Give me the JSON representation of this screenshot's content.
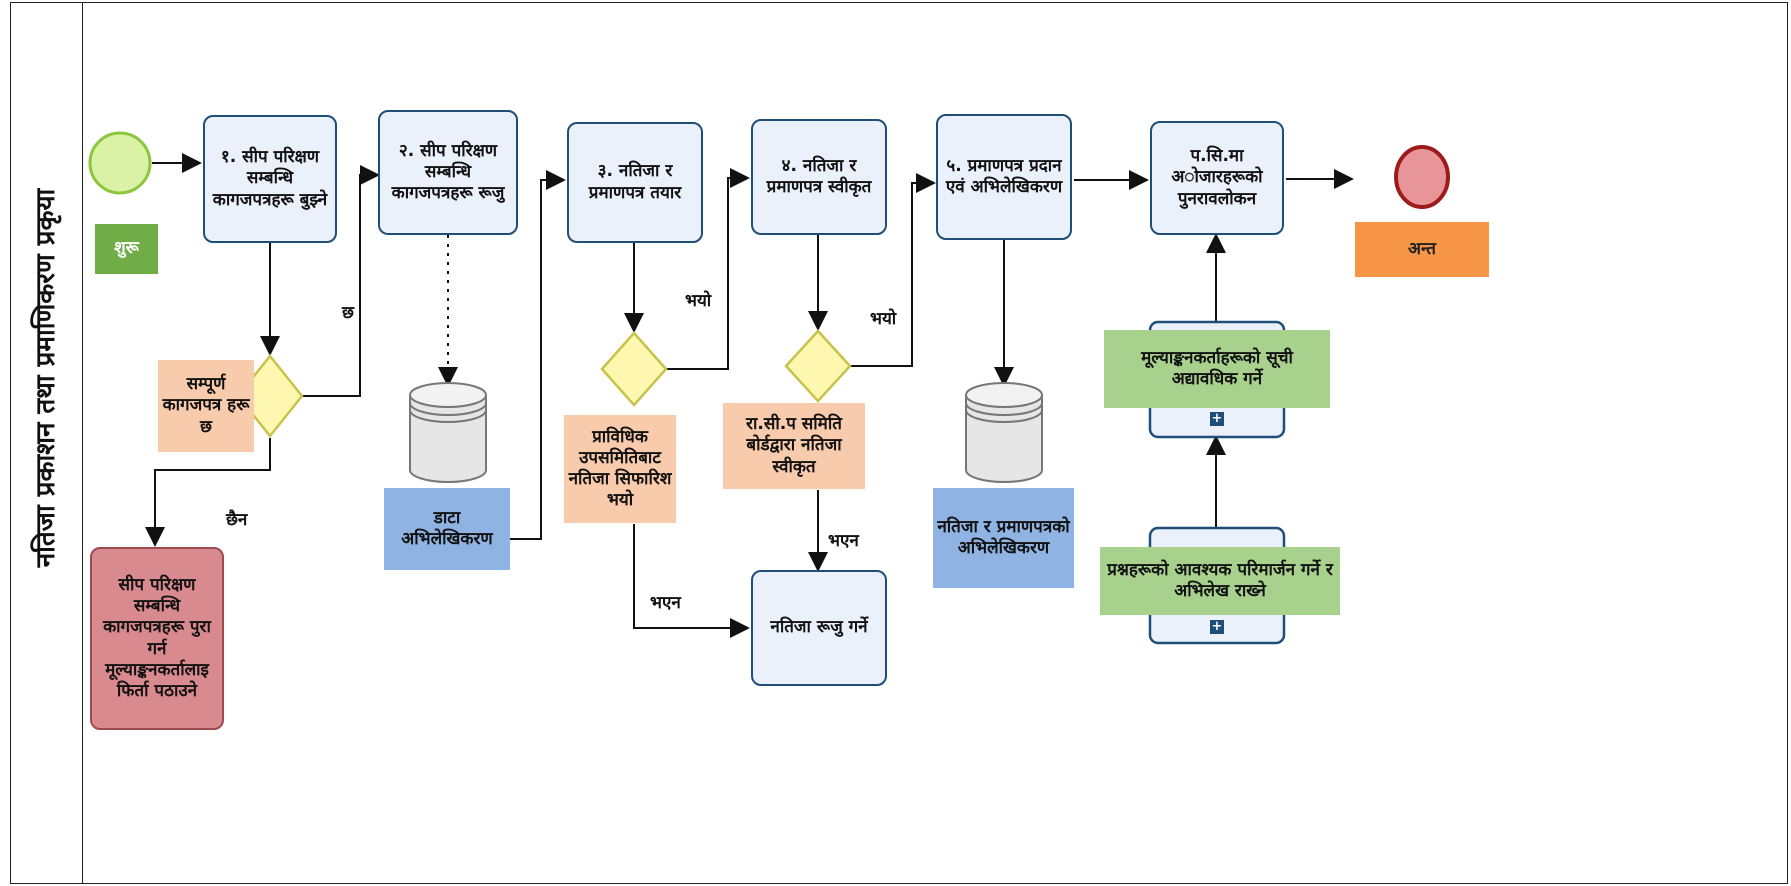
{
  "lane_title": "नतिजा प्रकाशन तथा प्रमाणिकरण प्रकृया",
  "events": {
    "start_label": "शुरू",
    "end_label": "अन्त"
  },
  "tasks": {
    "t1": "१. सीप परिक्षण सम्बन्धि कागजपत्रहरू बुझ्ने",
    "t2": "२. सीप परिक्षण सम्बन्धि कागजपत्रहरू रूजु",
    "t3": "३. नतिजा र प्रमाणपत्र तयार",
    "t4": "४. नतिजा र प्रमाणपत्र स्वीकृत",
    "t5": "५. प्रमाणपत्र प्रदान एवं अभिलेखिकरण",
    "t6": "प.सि.मा अोजारहरूको पुनरावलोकन",
    "return_docs": "सीप परिक्षण सम्बन्धि कागजपत्रहरू पुरा गर्न मूल्याङ्कनकर्तालाइ फिर्ता पठाउने",
    "verify_result": "नतिजा रूजु गर्ने"
  },
  "subprocesses": {
    "update_list": "मूल्याङ्कनकर्ताहरूको सूची अद्यावधिक गर्ने",
    "revise_questions": "प्रश्नहरूको आवश्यक परिमार्जन गर्ने र अभिलेख राख्ने"
  },
  "gateway_labels": {
    "g1": "सम्पूर्ण कागजपत्र हरू छ",
    "g2": "प्राविधिक उपसमितिबाट नतिजा सिफारिश भयो",
    "g3": "रा.सी.प समिति बोर्डद्वारा नतिजा स्वीकृत"
  },
  "data_stores": {
    "d1": "डाटा अभिलेखिकरण",
    "d2": "नतिजा र प्रमाणपत्रको अभिलेखिकरण"
  },
  "edge_labels": {
    "yes1": "छ",
    "no1": "छैन",
    "yes2": "भयो",
    "no2": "भएन",
    "yes3": "भयो",
    "no3": "भएन"
  },
  "icons": {
    "plus": "+"
  },
  "colors": {
    "task_fill": "#eaf1fb",
    "task_border": "#1f4e79",
    "start_fill": "#d9f2a5",
    "end_fill": "#e8959a",
    "gateway_fill": "#fdf7b0"
  }
}
